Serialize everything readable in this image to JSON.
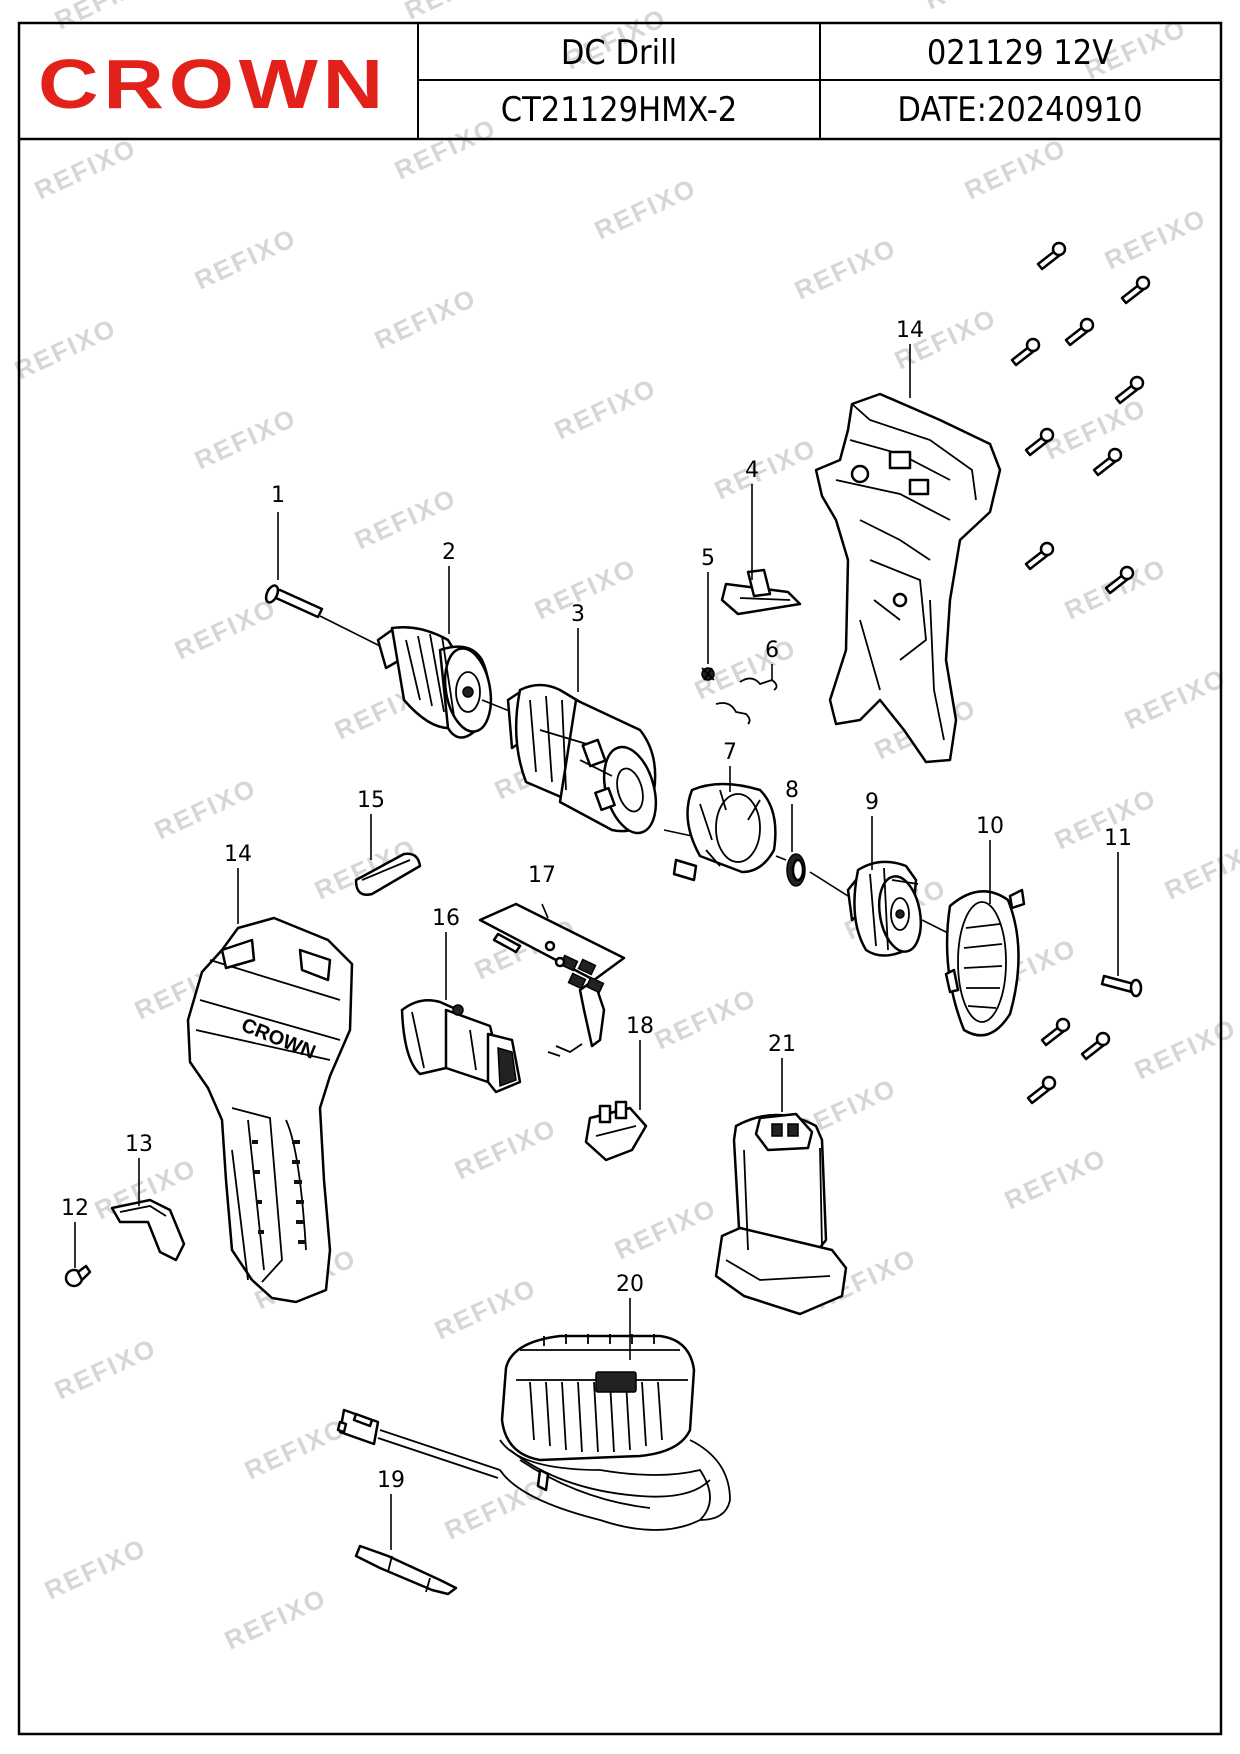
{
  "brand": {
    "logo_text": "CROWN",
    "color": "#e3211b"
  },
  "title_block": {
    "product": "DC  Drill",
    "model_code": "021129  12V",
    "part_number": "CT21129HMX-2",
    "date": "DATE:20240910"
  },
  "watermark": "REFIXO",
  "callouts": {
    "c1": "1",
    "c2": "2",
    "c3": "3",
    "c4": "4",
    "c5": "5",
    "c6": "6",
    "c7": "7",
    "c8": "8",
    "c9": "9",
    "c10": "10",
    "c11": "11",
    "c12": "12",
    "c13": "13",
    "c14a": "14",
    "c14b": "14",
    "c15": "15",
    "c16": "16",
    "c17": "17",
    "c18": "18",
    "c19": "19",
    "c20": "20",
    "c21": "21"
  },
  "housing_logo": "CROWN"
}
